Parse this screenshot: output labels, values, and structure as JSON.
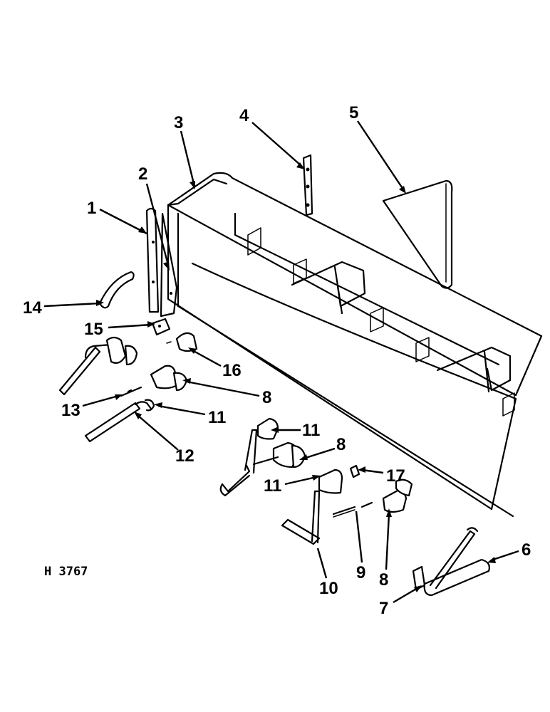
{
  "figure_id": "H 3767",
  "callout_labels": [
    "1",
    "2",
    "3",
    "4",
    "5",
    "6",
    "7",
    "8",
    "9",
    "10",
    "11",
    "12",
    "13",
    "14",
    "15",
    "16",
    "17"
  ],
  "callouts": [
    {
      "key": "c1",
      "label": "1"
    },
    {
      "key": "c2",
      "label": "2"
    },
    {
      "key": "c3",
      "label": "3"
    },
    {
      "key": "c4",
      "label": "4"
    },
    {
      "key": "c5",
      "label": "5"
    },
    {
      "key": "c6",
      "label": "6"
    },
    {
      "key": "c7",
      "label": "7"
    },
    {
      "key": "c8a",
      "label": "8"
    },
    {
      "key": "c8b",
      "label": "8"
    },
    {
      "key": "c8c",
      "label": "8"
    },
    {
      "key": "c9",
      "label": "9"
    },
    {
      "key": "c10",
      "label": "10"
    },
    {
      "key": "c11a",
      "label": "11"
    },
    {
      "key": "c11b",
      "label": "11"
    },
    {
      "key": "c11c",
      "label": "11"
    },
    {
      "key": "c12",
      "label": "12"
    },
    {
      "key": "c13",
      "label": "13"
    },
    {
      "key": "c14",
      "label": "14"
    },
    {
      "key": "c15",
      "label": "15"
    },
    {
      "key": "c16",
      "label": "16"
    },
    {
      "key": "c17",
      "label": "17"
    }
  ]
}
